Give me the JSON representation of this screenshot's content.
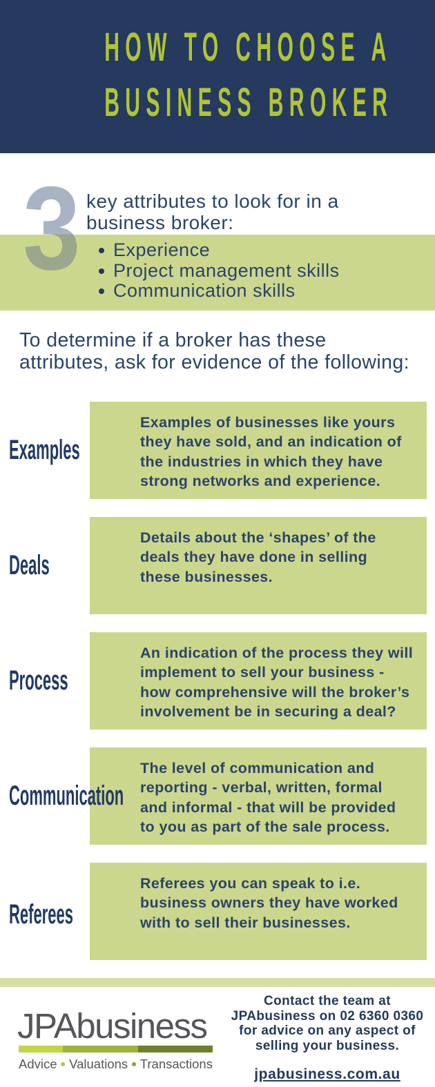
{
  "header": {
    "title_lines": [
      "HOW TO CHOOSE A",
      "BUSINESS BROKER"
    ]
  },
  "intro": {
    "big_number": "3",
    "lead_lines": [
      "key attributes to look for in a",
      "business broker:"
    ],
    "bullets": [
      "Experience",
      "Project management skills",
      "Communication skills"
    ]
  },
  "instruction": {
    "lines": [
      "To determine if a broker has these",
      "attributes, ask for evidence of the following:"
    ]
  },
  "rows": [
    {
      "label": "Examples",
      "lines": [
        "Examples of businesses like yours",
        "they have sold, and an indication of",
        "the industries in which they have",
        "strong networks and experience."
      ]
    },
    {
      "label": "Deals",
      "lines": [
        "Details about the ‘shapes’ of the",
        "deals they have done in selling",
        "these businesses."
      ]
    },
    {
      "label": "Process",
      "lines": [
        "An indication of the process they will",
        "implement to sell your business -",
        "how comprehensive will the broker’s",
        "involvement be in securing a deal?"
      ]
    },
    {
      "label": "Communication",
      "lines": [
        "The level of communication and",
        "reporting - verbal, written, formal",
        "and informal - that will be provided",
        "to you as part of the sale process."
      ]
    },
    {
      "label": "Referees",
      "lines": [
        "Referees you can speak to i.e.",
        "business owners they have worked",
        "with to sell their businesses."
      ]
    }
  ],
  "footer": {
    "logo_text": "JPAbusiness",
    "tagline": [
      "Advice",
      "Valuations",
      "Transactions"
    ],
    "contact_lines": [
      "Contact the team at",
      "JPAbusiness on 02 6360 0360",
      "for advice on any aspect of",
      "selling your business."
    ],
    "website": "jpabusiness.com.au",
    "phone": "02 6360 0360"
  },
  "colors": {
    "header_navy": "#253a5e",
    "title_lime": "#b1c434",
    "text_navy": "#2a4468",
    "box_green": "#ccd78e",
    "footer_band_green": "#d8dfa2",
    "number_gray_blue": "#a8b3c4",
    "logo_gray": "#55565a",
    "bar_light": "#c3d544",
    "bar_mid": "#9eb23c",
    "bar_dark": "#6f8128"
  }
}
